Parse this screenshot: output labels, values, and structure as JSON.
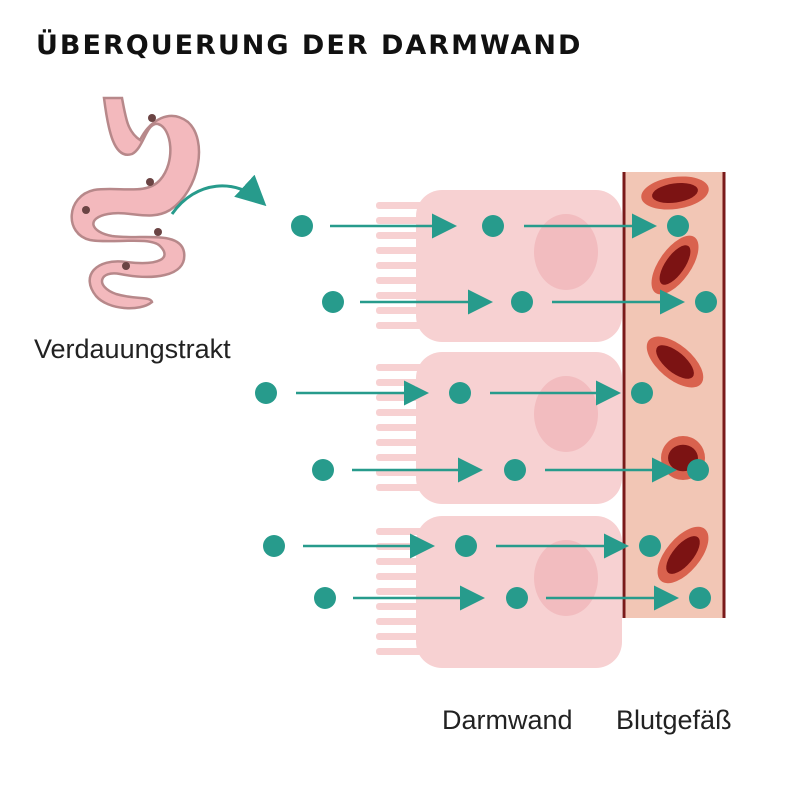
{
  "title": "ÜBERQUERUNG DER DARMWAND",
  "labels": {
    "digestive_tract": "Verdauungstrakt",
    "intestinal_wall": "Darmwand",
    "blood_vessel": "Blutgefäß"
  },
  "colors": {
    "particle": "#279b8c",
    "arrow": "#279b8c",
    "cell_fill": "#f7d1d2",
    "cell_nucleus": "#f2bcbf",
    "gut_fill": "#f3b9bd",
    "gut_outline": "#b7888a",
    "vessel_fill": "#f2c6b5",
    "vessel_border": "#7a1a1a",
    "rbc_outer": "#d9624e",
    "rbc_inner": "#7c1313"
  },
  "diagram": {
    "cells": 3,
    "particle_rows": 6,
    "red_blood_cells": 5
  }
}
